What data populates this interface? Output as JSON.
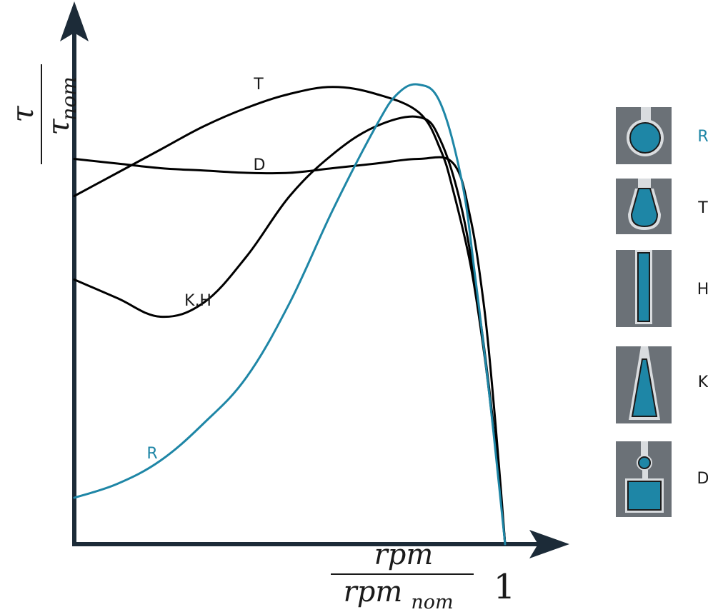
{
  "chart_data": {
    "type": "line",
    "title": "",
    "y_axis": {
      "numerator": "τ",
      "denominator_base": "τ",
      "denominator_sub": "nom"
    },
    "x_axis": {
      "numerator": "rpm",
      "denominator_base": "rpm",
      "denominator_sub": "nom",
      "tick_label": "1"
    },
    "xlim": [
      0,
      1.2
    ],
    "ylim": [
      0,
      1.0
    ],
    "grid": false,
    "series": [
      {
        "name": "T",
        "color": "#000000",
        "x": [
          0,
          0.1,
          0.2,
          0.3,
          0.4,
          0.5,
          0.6,
          0.7,
          0.8,
          0.85,
          0.88,
          0.92,
          0.95,
          0.97,
          0.99,
          1.0
        ],
        "y": [
          0.75,
          0.8,
          0.85,
          0.9,
          0.94,
          0.97,
          0.985,
          0.97,
          0.93,
          0.85,
          0.76,
          0.6,
          0.42,
          0.27,
          0.1,
          0.0
        ]
      },
      {
        "name": "D",
        "color": "#000000",
        "x": [
          0,
          0.1,
          0.2,
          0.3,
          0.4,
          0.5,
          0.6,
          0.7,
          0.8,
          0.88,
          0.92,
          0.95,
          0.97,
          0.99,
          1.0
        ],
        "y": [
          0.83,
          0.82,
          0.81,
          0.805,
          0.8,
          0.8,
          0.81,
          0.82,
          0.83,
          0.82,
          0.7,
          0.52,
          0.34,
          0.12,
          0.0
        ]
      },
      {
        "name": "K,H",
        "color": "#000000",
        "x": [
          0,
          0.1,
          0.2,
          0.3,
          0.4,
          0.5,
          0.6,
          0.7,
          0.8,
          0.85,
          0.9,
          0.94,
          0.97,
          0.99,
          1.0
        ],
        "y": [
          0.57,
          0.53,
          0.49,
          0.52,
          0.62,
          0.75,
          0.84,
          0.9,
          0.92,
          0.87,
          0.72,
          0.5,
          0.28,
          0.1,
          0.0
        ]
      },
      {
        "name": "R",
        "color": "#1e86a6",
        "x": [
          0,
          0.1,
          0.2,
          0.3,
          0.4,
          0.5,
          0.6,
          0.7,
          0.75,
          0.8,
          0.85,
          0.9,
          0.93,
          0.96,
          0.98,
          1.0
        ],
        "y": [
          0.1,
          0.13,
          0.18,
          0.26,
          0.36,
          0.52,
          0.72,
          0.9,
          0.97,
          0.99,
          0.95,
          0.78,
          0.58,
          0.35,
          0.18,
          0.0
        ]
      }
    ],
    "curve_labels": [
      "T",
      "D",
      "K,H",
      "R"
    ],
    "legend": [
      {
        "label": "R",
        "color": "#1e86a6",
        "icon": "round-bar-icon"
      },
      {
        "label": "T",
        "color": "#000000",
        "icon": "teardrop-bar-icon"
      },
      {
        "label": "H",
        "color": "#000000",
        "icon": "deep-bar-icon"
      },
      {
        "label": "K",
        "color": "#000000",
        "icon": "tapered-bar-icon"
      },
      {
        "label": "D",
        "color": "#000000",
        "icon": "double-cage-icon"
      }
    ],
    "legend_position": "right"
  }
}
